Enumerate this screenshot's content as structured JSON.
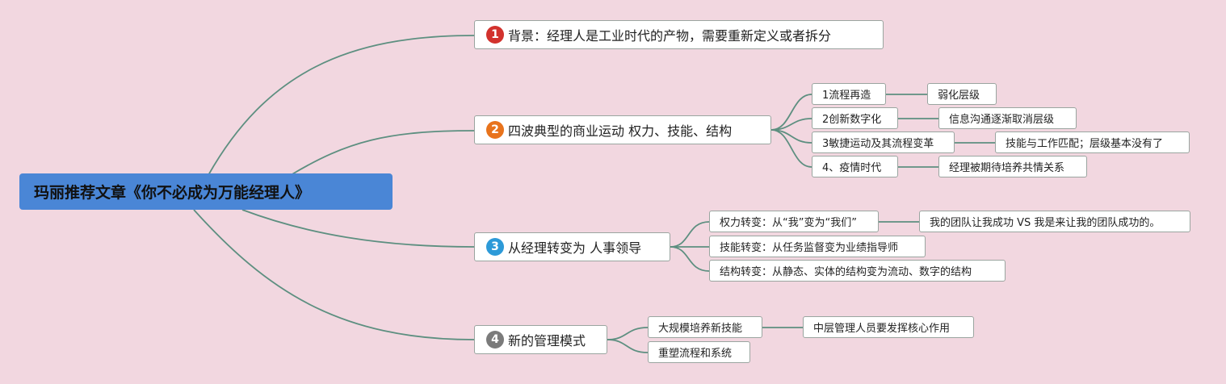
{
  "root": {
    "title": "玛丽推荐文章《你不必成为万能经理人》"
  },
  "branches": [
    {
      "number": "1",
      "badge_color": "#d2322d",
      "label": "背景：经理人是工业时代的产物，需要重新定义或者拆分",
      "children": []
    },
    {
      "number": "2",
      "badge_color": "#e8731c",
      "label": "四波典型的商业运动 权力、技能、结构",
      "children": [
        {
          "label": "1流程再造",
          "child": "弱化层级"
        },
        {
          "label": "2创新数字化",
          "child": "信息沟通逐渐取消层级"
        },
        {
          "label": "3敏捷运动及其流程变革",
          "child": "技能与工作匹配；层级基本没有了"
        },
        {
          "label": "4、疫情时代",
          "child": "经理被期待培养共情关系"
        }
      ]
    },
    {
      "number": "3",
      "badge_color": "#2d9ad8",
      "label": "从经理转变为 人事领导",
      "children": [
        {
          "label": "权力转变：从“我”变为“我们”",
          "child": "我的团队让我成功 VS 我是来让我的团队成功的。"
        },
        {
          "label": "技能转变：从任务监督变为业绩指导师",
          "child": null
        },
        {
          "label": "结构转变：从静态、实体的结构变为流动、数字的结构",
          "child": null
        }
      ]
    },
    {
      "number": "4",
      "badge_color": "#7b7b7b",
      "label": "新的管理模式",
      "children": [
        {
          "label": "大规模培养新技能",
          "child": "中层管理人员要发挥核心作用"
        },
        {
          "label": "重塑流程和系统",
          "child": null
        }
      ]
    }
  ],
  "colors": {
    "background": "#f2d7e0",
    "root": "#4a86d6",
    "connector": "#5d8f80"
  }
}
